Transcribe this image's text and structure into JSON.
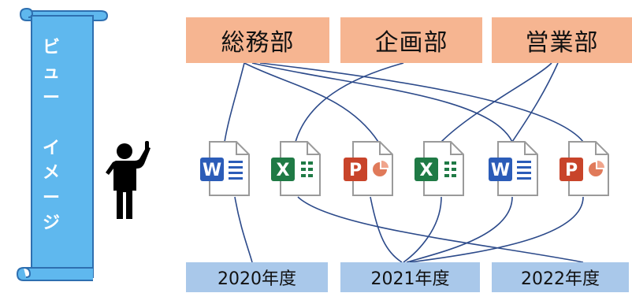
{
  "scroll": {
    "chars": [
      "ビ",
      "ュ",
      "ー",
      "",
      "イ",
      "メ",
      "ー",
      "ジ"
    ]
  },
  "departments": [
    {
      "label": "総務部"
    },
    {
      "label": "企画部"
    },
    {
      "label": "営業部"
    }
  ],
  "years": [
    {
      "label": "2020年度"
    },
    {
      "label": "2021年度"
    },
    {
      "label": "2022年度"
    }
  ],
  "files": [
    {
      "type": "word",
      "letter": "W",
      "color": "#2b5cb8"
    },
    {
      "type": "excel",
      "letter": "X",
      "color": "#1f7a45"
    },
    {
      "type": "powerpoint",
      "letter": "P",
      "color": "#c8442a"
    },
    {
      "type": "excel",
      "letter": "X",
      "color": "#1f7a45"
    },
    {
      "type": "word",
      "letter": "W",
      "color": "#2b5cb8"
    },
    {
      "type": "powerpoint",
      "letter": "P",
      "color": "#c8442a"
    }
  ],
  "colors": {
    "scroll_fill": "#5fb8ee",
    "scroll_stroke": "#2e6fb0",
    "department_fill": "#f6b591",
    "year_fill": "#a9c8ea",
    "connector": "#2c4a8a"
  }
}
